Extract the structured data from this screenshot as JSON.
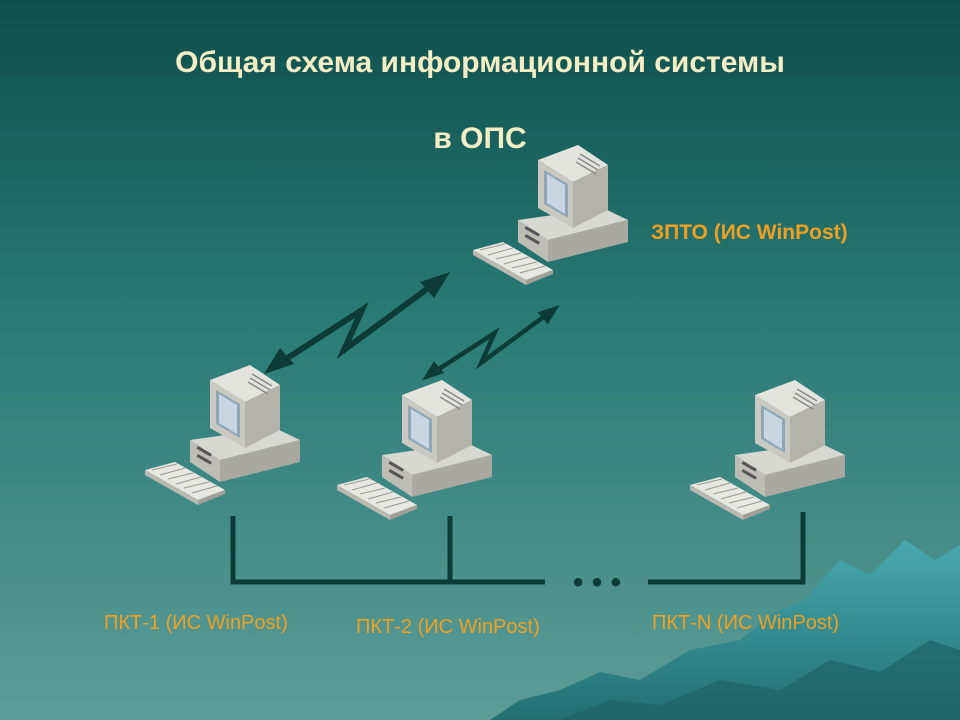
{
  "title": {
    "line1": "Общая схема информационной системы",
    "line2": "в ОПС"
  },
  "nodes": {
    "server": {
      "label": "ЗПТО (ИС WinPost)"
    },
    "client1": {
      "label": "ПКТ-1 (ИС WinPost)"
    },
    "client2": {
      "label": "ПКТ-2 (ИС WinPost)"
    },
    "clientN": {
      "label": "ПКТ-N (ИС WinPost)"
    }
  },
  "links": [
    {
      "from": "server",
      "to": "client1",
      "type": "wireless"
    },
    {
      "from": "server",
      "to": "client2",
      "type": "wireless"
    }
  ],
  "bus": {
    "ellipsis": "• • •"
  },
  "colors": {
    "title": "#f5eec5",
    "server_label": "#f0a020",
    "client_label": "#f0a020",
    "network_line": "#0d3c38",
    "background_top": "#0d4f4c",
    "background_bottom": "#5d9c98",
    "mountain": "#3e9aa0"
  }
}
